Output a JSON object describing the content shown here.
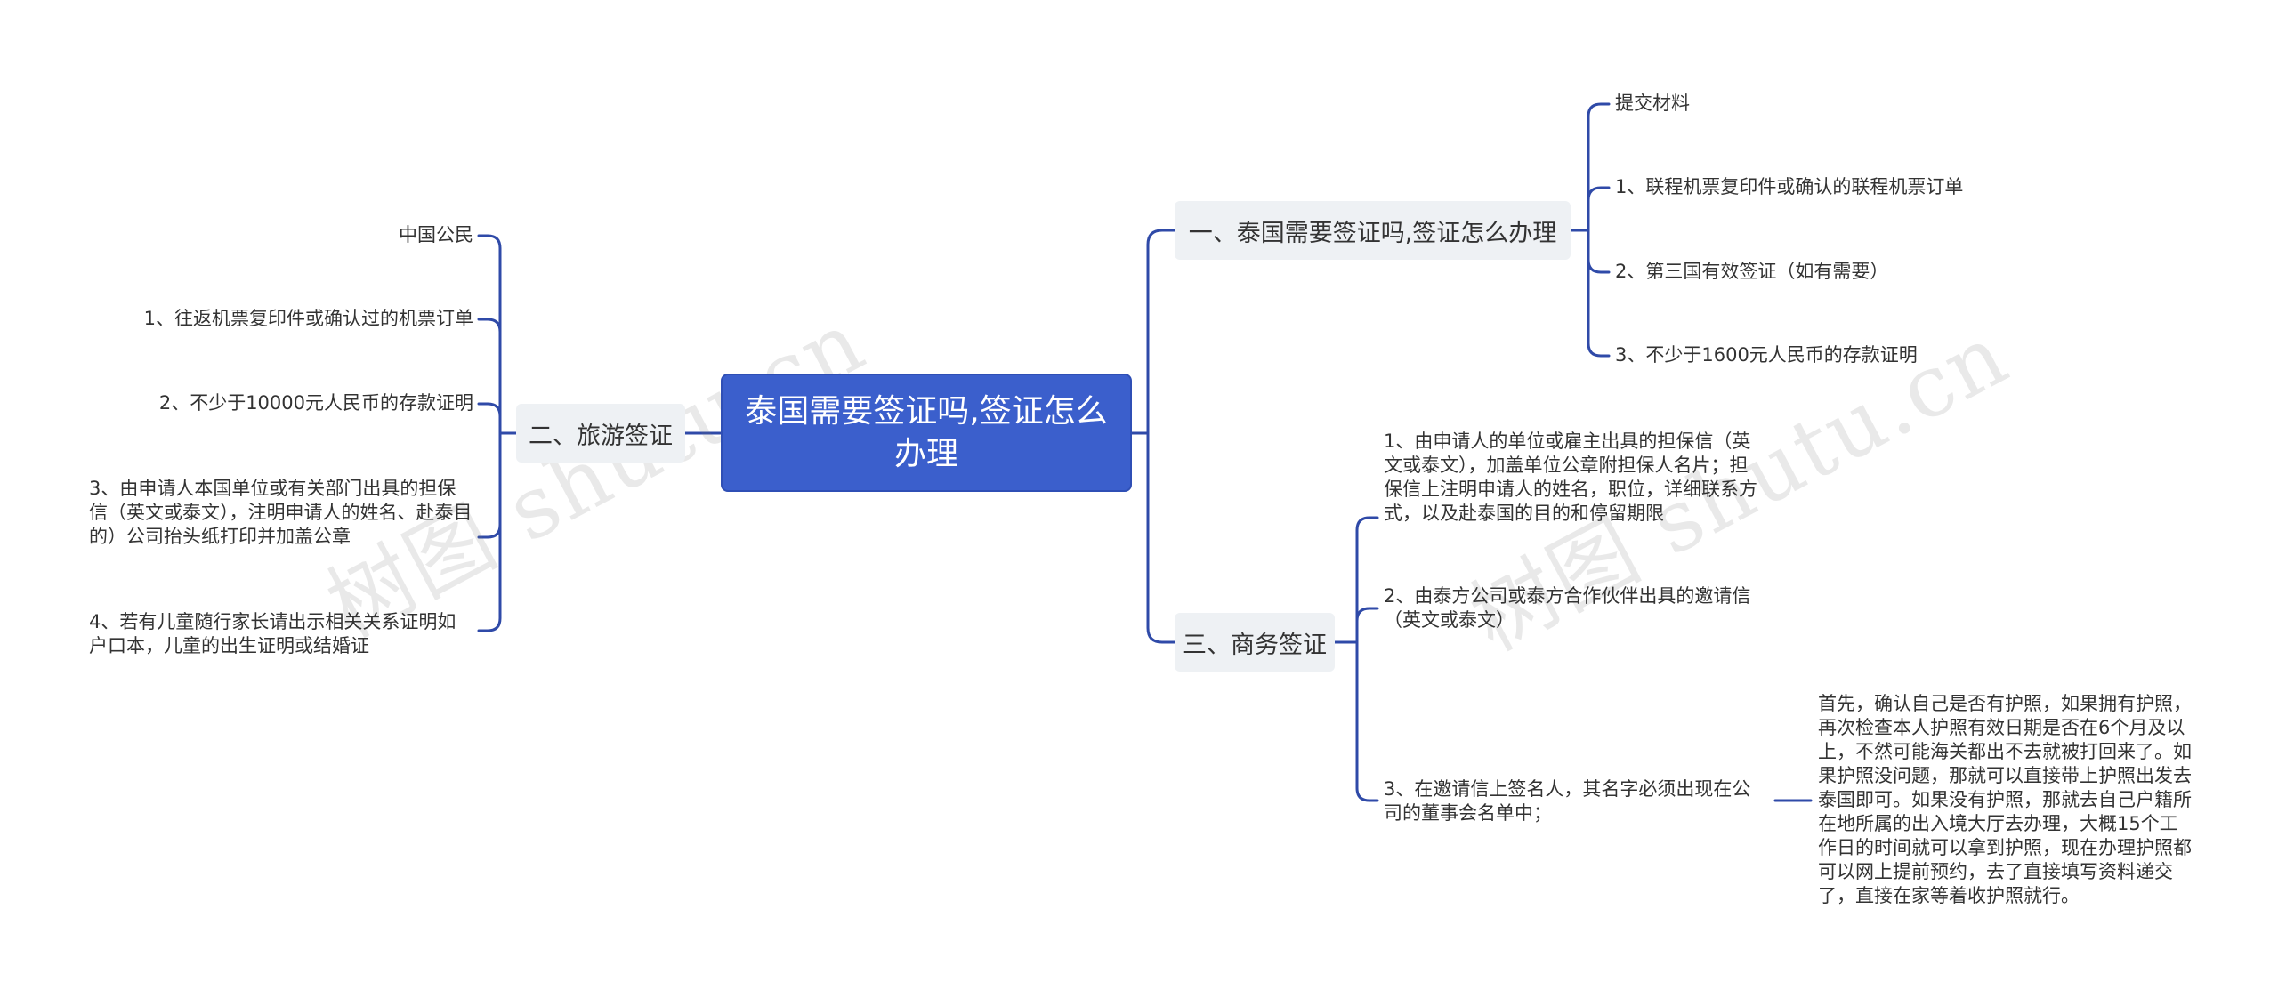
{
  "root": "泰国需要签证吗,签证怎么办理",
  "branches": {
    "b1": {
      "label": "一、泰国需要签证吗,签证怎么办理",
      "items": [
        "提交材料",
        "1、联程机票复印件或确认的联程机票订单",
        "2、第三国有效签证（如有需要）",
        "3、不少于1600元人民币的存款证明"
      ]
    },
    "b2": {
      "label": "二、旅游签证",
      "items": [
        "中国公民",
        "1、往返机票复印件或确认过的机票订单",
        "2、不少于10000元人民币的存款证明",
        "3、由申请人本国单位或有关部门出具的担保信（英文或泰文），注明申请人的姓名、赴泰目的）公司抬头纸打印并加盖公章",
        "4、若有儿童随行家长请出示相关关系证明如户口本，儿童的出生证明或结婚证"
      ]
    },
    "b3": {
      "label": "三、商务签证",
      "items": [
        "1、由申请人的单位或雇主出具的担保信（英文或泰文），加盖单位公章附担保人名片；担保信上注明申请人的姓名，职位，详细联系方式，以及赴泰国的目的和停留期限",
        "2、由泰方公司或泰方合作伙伴出具的邀请信（英文或泰文）",
        "3、在邀请信上签名人，其名字必须出现在公司的董事会名单中；"
      ],
      "sub": "首先，确认自己是否有护照，如果拥有护照，再次检查本人护照有效日期是否在6个月及以上，不然可能海关都出不去就被打回来了。如果护照没问题，那就可以直接带上护照出发去泰国即可。如果没有护照，那就去自己户籍所在地所属的出入境大厅去办理，大概15个工作日的时间就可以拿到护照，现在办理护照都可以网上提前预约，去了直接填写资料递交了，直接在家等着收护照就行。"
    }
  },
  "watermark": "树图 shutu.cn",
  "colors": {
    "root_fill": "#3b5fcc",
    "line": "#2f4aa8",
    "branch_fill": "#eef1f4"
  }
}
